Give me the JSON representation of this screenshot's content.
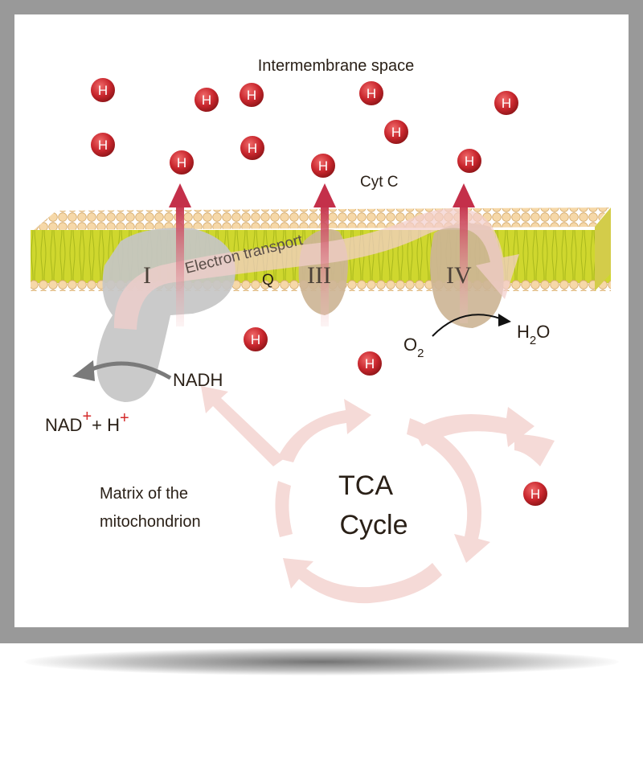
{
  "labels": {
    "intermembrane": "Intermembrane space",
    "cyt_c": "Cyt C",
    "electron_transport": "Electron transport",
    "complex_1": "I",
    "complex_3": "III",
    "complex_4": "IV",
    "q": "Q",
    "o2": "O",
    "o2_sub": "2",
    "h2o_h": "H",
    "h2o_sub": "2",
    "h2o_o": "O",
    "nadh": "NADH",
    "nad": "NAD",
    "nad_plus": "+",
    "plus_h": "+ H",
    "h_plus": "+",
    "matrix_line1": "Matrix of the",
    "matrix_line2": "mitochondrion",
    "tca_line1": "TCA",
    "tca_line2": "Cycle"
  },
  "proton_symbol": "H",
  "colors": {
    "proton": "#c8262d",
    "membrane_head": "#f3d3a2",
    "membrane_tail": "#c9d42a",
    "complex_1": "#c8c8c8",
    "complex_3_4": "#cdb596",
    "arrow_pink": "#f3d6d3",
    "red_accent": "#d42a2a"
  }
}
